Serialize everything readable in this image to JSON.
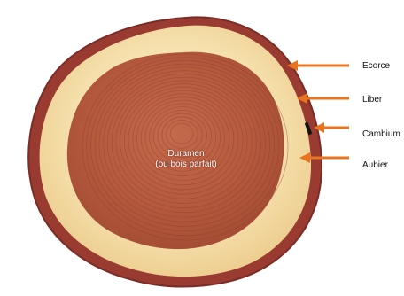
{
  "colors": {
    "bark": "#9a3b32",
    "sapwood": "#f3d9a0",
    "heartwood": "#bb5a40",
    "arrow": "#e8741f",
    "cambium": "#111111"
  },
  "labels": {
    "ecorce": "Ecorce",
    "liber": "Liber",
    "cambium": "Cambium",
    "aubier": "Aubier"
  },
  "center": {
    "line1": "Duramen",
    "line2": "(ou bois parfait)"
  }
}
